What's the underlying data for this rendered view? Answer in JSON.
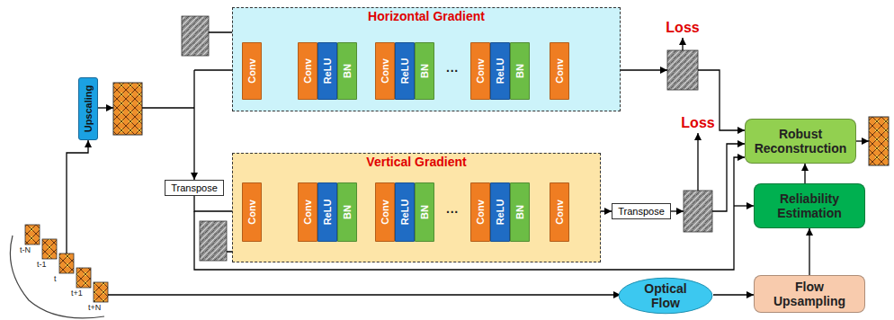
{
  "diagram": {
    "nodes": [
      {
        "text": [
          "Upscaling"
        ]
      },
      {
        "text": [
          "Horizontal Gradient"
        ]
      },
      {
        "text": [
          "Conv"
        ],
        "in": 1
      },
      {
        "text": [
          "Conv"
        ],
        "in": 1
      },
      {
        "text": [
          "ReLU"
        ],
        "in": 1
      },
      {
        "text": [
          "BN"
        ],
        "in": 1
      },
      {
        "text": [
          "Conv"
        ],
        "in": 1
      },
      {
        "text": [
          "ReLU"
        ],
        "in": 1
      },
      {
        "text": [
          "BN"
        ],
        "in": 1
      },
      {
        "text": [
          "Conv"
        ],
        "in": 1
      },
      {
        "text": [
          "ReLU"
        ],
        "in": 1
      },
      {
        "text": [
          "BN"
        ],
        "in": 1
      },
      {
        "text": [
          "Conv"
        ],
        "in": 1
      },
      {
        "text": [
          "Transpose"
        ]
      },
      {
        "text": [
          "Vertical Gradient"
        ]
      },
      {
        "text": [
          "Conv"
        ],
        "in": 14
      },
      {
        "text": [
          "Conv"
        ],
        "in": 14
      },
      {
        "text": [
          "ReLU"
        ],
        "in": 14
      },
      {
        "text": [
          "BN"
        ],
        "in": 14
      },
      {
        "text": [
          "Conv"
        ],
        "in": 14
      },
      {
        "text": [
          "ReLU"
        ],
        "in": 14
      },
      {
        "text": [
          "BN"
        ],
        "in": 14
      },
      {
        "text": [
          "Conv"
        ],
        "in": 14
      },
      {
        "text": [
          "ReLU"
        ],
        "in": 14
      },
      {
        "text": [
          "BN"
        ],
        "in": 14
      },
      {
        "text": [
          "Conv"
        ],
        "in": 14
      },
      {
        "text": [
          "Transpose"
        ]
      },
      {
        "text": [
          "Robust Reconstruction"
        ]
      },
      {
        "text": [
          "Reliability Estimation"
        ]
      },
      {
        "text": [
          "Optical Flow"
        ]
      },
      {
        "text": [
          "Flow Upsampling"
        ]
      }
    ],
    "edges": [
      {
        "from": 2,
        "to": 3,
        "arrow": "to"
      },
      {
        "from": 5,
        "to": 6,
        "arrow": "to"
      },
      {
        "from": 8,
        "to": 9,
        "label": "···",
        "arrow": "to"
      },
      {
        "from": 11,
        "to": 12,
        "arrow": "to"
      },
      {
        "from": 15,
        "to": 16,
        "arrow": "to"
      },
      {
        "from": 18,
        "to": 19,
        "arrow": "to"
      },
      {
        "from": 21,
        "to": 22,
        "label": "···",
        "arrow": "to"
      },
      {
        "from": 24,
        "to": 25,
        "arrow": "to"
      },
      {
        "from": 25,
        "to": 26,
        "arrow": "to"
      },
      {
        "from": 28,
        "to": 27,
        "arrow": "to"
      },
      {
        "from": 29,
        "to": 30,
        "arrow": "to"
      },
      {
        "from": 30,
        "to": 28,
        "arrow": "to"
      }
    ],
    "labels": [
      "Loss",
      "Loss",
      "t-N",
      "t-1",
      "t",
      "t+1",
      "t+N"
    ]
  }
}
